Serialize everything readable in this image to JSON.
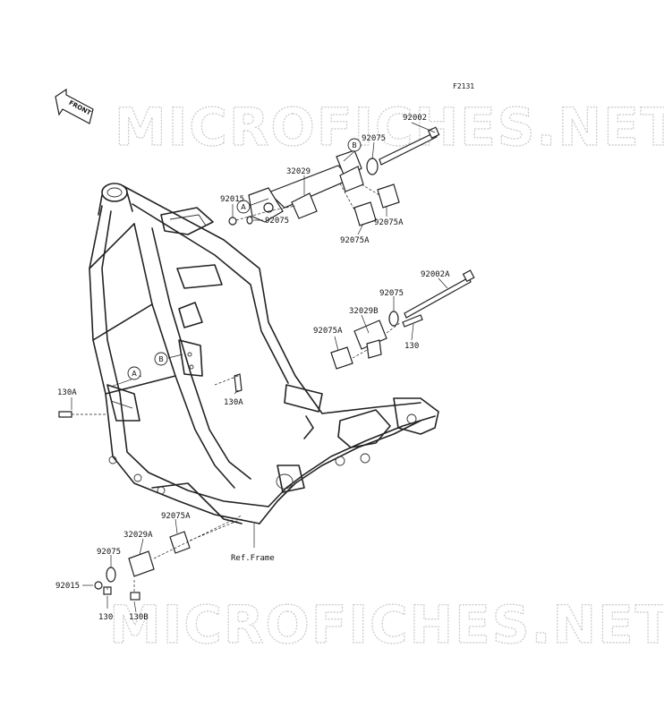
{
  "figure_id": "F2131",
  "front_label": "FRONT",
  "watermark": "MICROFICHES.NET",
  "ref_label": "Ref.Frame",
  "callouts": {
    "c92002": "92002",
    "c92075_top": "92075",
    "c32029": "32029",
    "c92015_top": "92015",
    "c92075_mid": "92075",
    "c92075A_1": "92075A",
    "c92075A_2": "92075A",
    "c92002A": "92002A",
    "c92075_r": "92075",
    "c32029B": "32029B",
    "c92075A_r": "92075A",
    "c130_r": "130",
    "c130A_l": "130A",
    "c130A_m": "130A",
    "c92075A_b": "92075A",
    "c32029A": "32029A",
    "c92075_b": "92075",
    "c92015_b": "92015",
    "c130_b": "130",
    "c130B": "130B"
  },
  "markers": {
    "a": "A",
    "b": "B"
  }
}
